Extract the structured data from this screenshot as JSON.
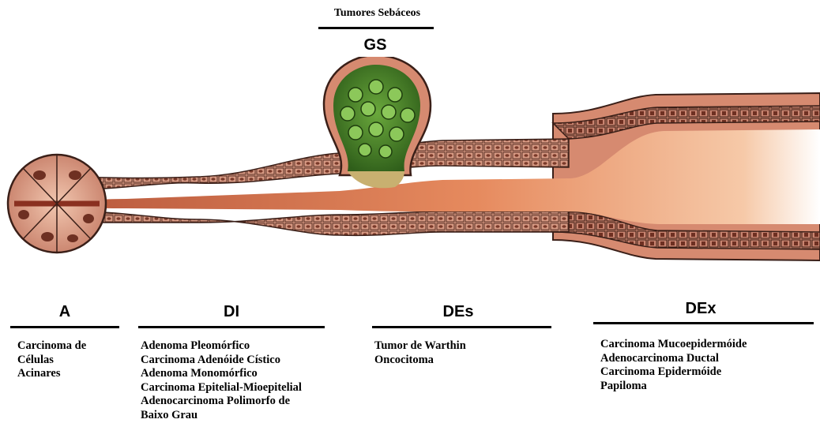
{
  "top": {
    "title": "Tumores Sebáceos",
    "gland_label": "GS"
  },
  "sections": {
    "a": {
      "label": "A",
      "items": [
        "Carcinoma de",
        "Células",
        "Acinares"
      ]
    },
    "di": {
      "label": "DI",
      "items": [
        "Adenoma Pleomórfico",
        "Carcinoma Adenóide Cístico",
        "Adenoma Monomórfico",
        "Carcinoma Epitelial-Mioepitelial",
        "Adenocarcinoma Polimorfo de",
        "Baixo Grau"
      ]
    },
    "des": {
      "label": "DEs",
      "items": [
        "Tumor de Warthin",
        "Oncocitoma"
      ]
    },
    "dex": {
      "label": "DEx",
      "items": [
        "Carcinoma Mucoepidermóide",
        "Adenocarcinoma Ductal",
        "Carcinoma Epidermóide",
        "Papiloma"
      ]
    }
  },
  "colors": {
    "tissue": "#c8705a",
    "lumen": "#e07a50",
    "gland": "#4e8a2a",
    "outline": "#3a1f18"
  }
}
